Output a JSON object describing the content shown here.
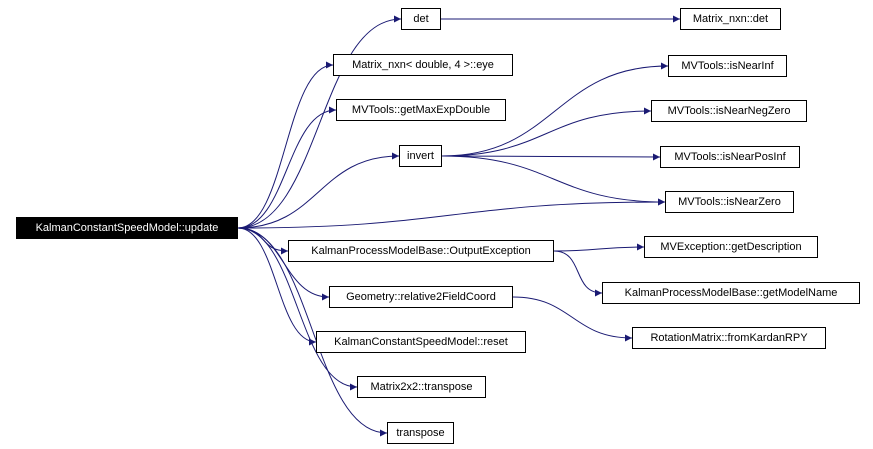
{
  "colors": {
    "edge": "#1a1a73",
    "node_border": "#000000",
    "node_fill": "#ffffff",
    "root_fill": "#000000",
    "root_text": "#ffffff"
  },
  "nodes": {
    "root": "KalmanConstantSpeedModel::update",
    "det": "det",
    "matrix_nxn_det": "Matrix_nxn::det",
    "eye": "Matrix_nxn< double, 4 >::eye",
    "getmaxexpdouble": "MVTools::getMaxExpDouble",
    "invert": "invert",
    "isnearinf": "MVTools::isNearInf",
    "isnearnegzero": "MVTools::isNearNegZero",
    "isnearposinf": "MVTools::isNearPosInf",
    "isnearzero": "MVTools::isNearZero",
    "outputexception": "KalmanProcessModelBase::OutputException",
    "getdescription": "MVException::getDescription",
    "getmodelname": "KalmanProcessModelBase::getModelName",
    "relative2fieldcoord": "Geometry::relative2FieldCoord",
    "fromkardanrpy": "RotationMatrix::fromKardanRPY",
    "reset": "KalmanConstantSpeedModel::reset",
    "transpose2x2": "Matrix2x2::transpose",
    "transpose": "transpose"
  },
  "edges": [
    [
      "root",
      "det"
    ],
    [
      "root",
      "eye"
    ],
    [
      "root",
      "getmaxexpdouble"
    ],
    [
      "root",
      "invert"
    ],
    [
      "root",
      "isnearzero"
    ],
    [
      "root",
      "outputexception"
    ],
    [
      "root",
      "relative2fieldcoord"
    ],
    [
      "root",
      "reset"
    ],
    [
      "root",
      "transpose2x2"
    ],
    [
      "root",
      "transpose"
    ],
    [
      "det",
      "matrix_nxn_det"
    ],
    [
      "invert",
      "isnearinf"
    ],
    [
      "invert",
      "isnearnegzero"
    ],
    [
      "invert",
      "isnearposinf"
    ],
    [
      "invert",
      "isnearzero"
    ],
    [
      "outputexception",
      "getdescription"
    ],
    [
      "outputexception",
      "getmodelname"
    ],
    [
      "relative2fieldcoord",
      "fromkardanrpy"
    ]
  ]
}
